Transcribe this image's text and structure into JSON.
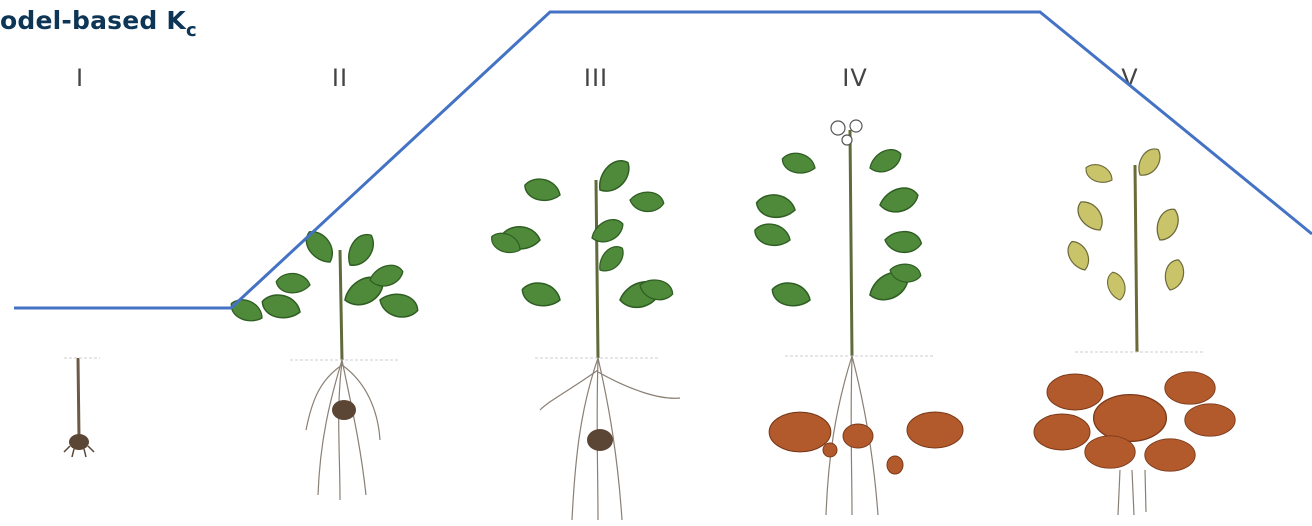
{
  "title": {
    "text": "odel-based K",
    "subscript": "c"
  },
  "stages": [
    {
      "label": "I"
    },
    {
      "label": "II"
    },
    {
      "label": "III"
    },
    {
      "label": "IV"
    },
    {
      "label": "V"
    }
  ],
  "colors": {
    "title": "#0d3556",
    "kc_line": "#4472c4",
    "leaf": "#4f8a3a",
    "leaf_dark": "#2f5e23",
    "senescent_leaf": "#c9c46a",
    "stem": "#5f6b3a",
    "tuber": "#b35a2d",
    "root": "#8a7f74"
  }
}
